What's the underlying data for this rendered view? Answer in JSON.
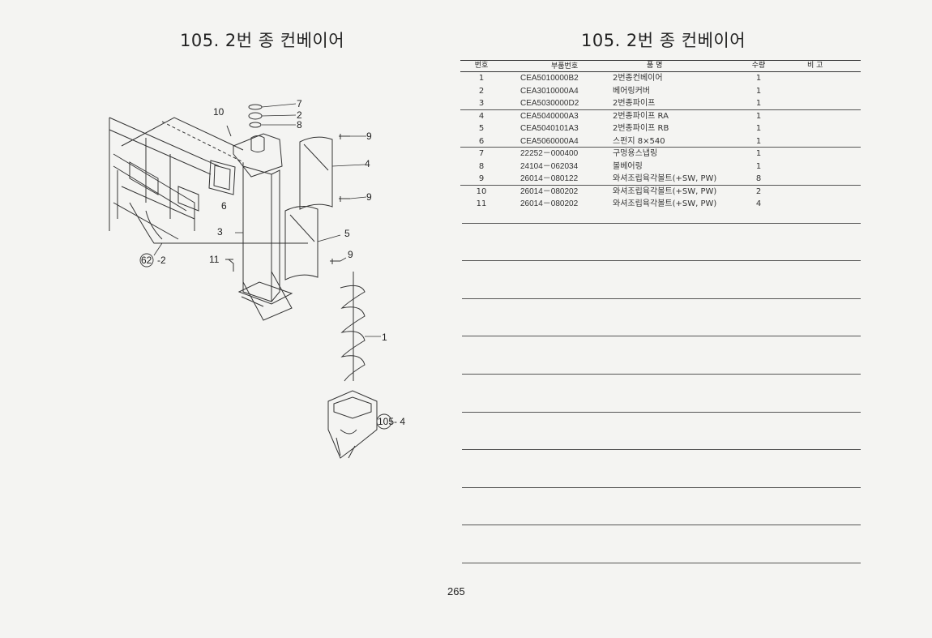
{
  "left_title": "105. 2번 종 컨베이어",
  "right_title": "105. 2번 종 컨베이어",
  "table": {
    "headers": {
      "no": "번호",
      "part_no": "부품번호",
      "name": "품      명",
      "qty": "수량",
      "note": "비  고"
    },
    "rows": [
      {
        "no": "1",
        "part_no": "CEA5010000B2",
        "name": "2번종컨베이어",
        "qty": "1"
      },
      {
        "no": "2",
        "part_no": "CEA3010000A4",
        "name": "베어링커버",
        "qty": "1"
      },
      {
        "no": "3",
        "part_no": "CEA5030000D2",
        "name": "2번종파이프",
        "qty": "1"
      },
      {
        "no": "4",
        "part_no": "CEA5040000A3",
        "name": "2번종파이프 RA",
        "qty": "1"
      },
      {
        "no": "5",
        "part_no": "CEA5040101A3",
        "name": "2번종파이프 RB",
        "qty": "1"
      },
      {
        "no": "6",
        "part_no": "CEA5060000A4",
        "name": "스펀지 8×540",
        "qty": "1"
      },
      {
        "no": "7",
        "part_no": "22252－000400",
        "name": "구멍용스냅링",
        "qty": "1"
      },
      {
        "no": "8",
        "part_no": "24104－062034",
        "name": "볼베어링",
        "qty": "1"
      },
      {
        "no": "9",
        "part_no": "26014－080122",
        "name": "와셔조립육각볼트(+SW, PW)",
        "qty": "8"
      },
      {
        "no": "10",
        "part_no": "26014－080202",
        "name": "와셔조립육각볼트(+SW, PW)",
        "qty": "2"
      },
      {
        "no": "11",
        "part_no": "26014－080202",
        "name": "와셔조립육각볼트(+SW, PW)",
        "qty": "4"
      }
    ]
  },
  "diagram": {
    "callouts": {
      "c7": "7",
      "c2": "2",
      "c8": "8",
      "c10": "10",
      "c9a": "9",
      "c4": "4",
      "c9b": "9",
      "c6": "6",
      "c3": "3",
      "c5": "5",
      "c11": "11",
      "c9c": "9",
      "c1": "1",
      "ref62": "62",
      "ref62suffix": "-2",
      "ref105": "105",
      "ref105suffix": "- 4"
    }
  },
  "page_number": "265"
}
